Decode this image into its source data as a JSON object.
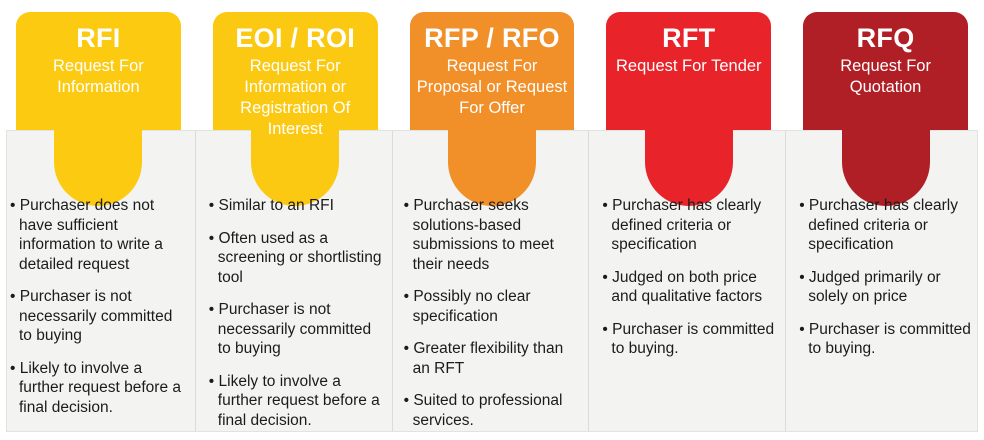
{
  "meta": {
    "background": "#ffffff",
    "panel_background": "#f3f4f2",
    "panel_border": "#e2e3e1",
    "divider": "#dcdddb",
    "text_color": "#1b1b1b"
  },
  "columns": [
    {
      "code": "RFI",
      "name": "Request For Information",
      "color": "#FBCA11",
      "bullets": [
        "• Purchaser does not have sufficient information to write a detailed request",
        "• Purchaser is not necessarily committed to buying",
        "• Likely to involve a further request before a final decision."
      ]
    },
    {
      "code": "EOI / ROI",
      "name": "Request For Information or Registration Of Interest",
      "color": "#FBC911",
      "bullets": [
        "• Similar to an RFI",
        "• Often used as a screening or shortlisting tool",
        "• Purchaser is not necessarily committed to buying",
        "• Likely to involve a further request before a final decision."
      ]
    },
    {
      "code": "RFP / RFO",
      "name": "Request For Proposal or Request For Offer",
      "color": "#F18F29",
      "bullets": [
        "• Purchaser seeks solutions-based submissions to meet their needs",
        "• Possibly no clear specification",
        "• Greater flexibility than an RFT",
        "• Suited to professional services."
      ]
    },
    {
      "code": "RFT",
      "name": "Request For Tender",
      "color": "#E8232A",
      "bullets": [
        "• Purchaser has clearly defined criteria or specification",
        "• Judged on both price and qualitative factors",
        "• Purchaser is committed to buying."
      ]
    },
    {
      "code": "RFQ",
      "name": "Request For Quotation",
      "color": "#B01E26",
      "bullets": [
        "• Purchaser has clearly defined criteria or specification",
        "• Judged primarily or solely on price",
        "• Purchaser is committed to buying."
      ]
    }
  ]
}
